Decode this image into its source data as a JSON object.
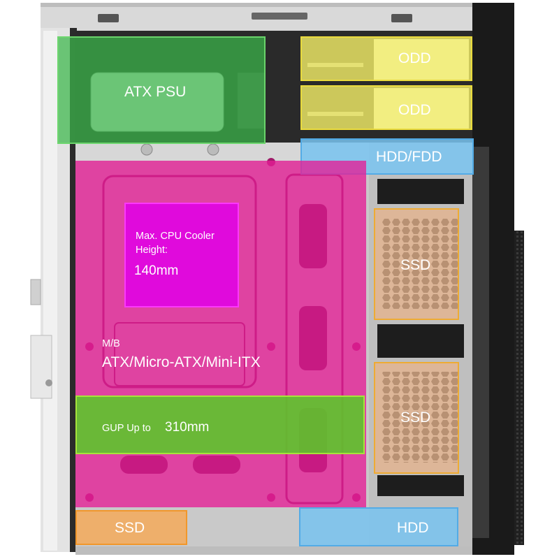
{
  "zones": {
    "psu": {
      "label": "ATX PSU"
    },
    "odd_top": {
      "label": "ODD"
    },
    "odd_bottom": {
      "label": "ODD"
    },
    "hdd_fdd": {
      "label": "HDD/FDD"
    },
    "cpu_cooler": {
      "line1": "Max. CPU Cooler",
      "line2": "Height:",
      "value": "140mm"
    },
    "motherboard": {
      "prefix": "M/B",
      "formats": "ATX/Micro-ATX/Mini-ITX"
    },
    "gpu": {
      "prefix": "GUP Up to",
      "value": "310mm"
    },
    "ssd_top": {
      "label": "SSD"
    },
    "ssd_middle": {
      "label": "SSD"
    },
    "ssd_bottom": {
      "label": "SSD"
    },
    "hdd_bottom": {
      "label": "HDD"
    }
  },
  "colors": {
    "psu": "#3cb94b",
    "odd": "#faf569",
    "hdd": "#78c3f0",
    "motherboard": "#e61e96",
    "cpu_cooler": "#e100e6",
    "gpu": "#5ac828",
    "ssd": "#f5af78",
    "case_black": "#161616"
  }
}
